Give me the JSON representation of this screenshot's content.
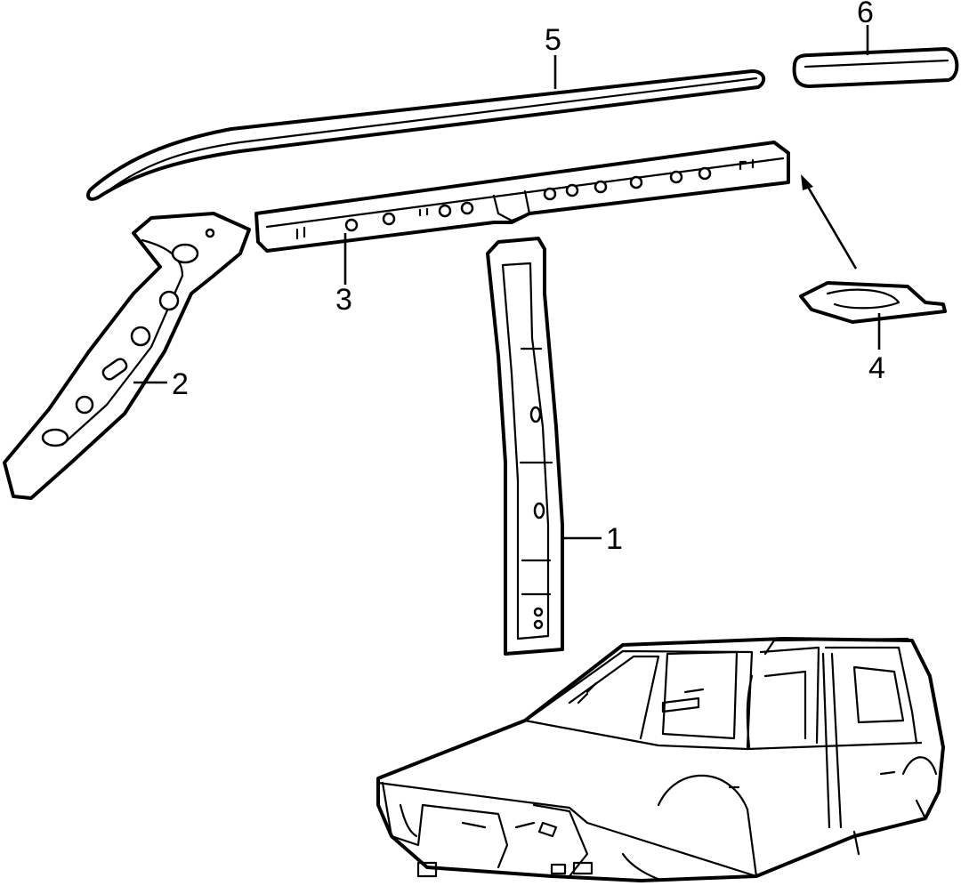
{
  "diagram": {
    "callouts": [
      {
        "id": "1",
        "text": "1"
      },
      {
        "id": "2",
        "text": "2"
      },
      {
        "id": "3",
        "text": "3"
      },
      {
        "id": "4",
        "text": "4"
      },
      {
        "id": "5",
        "text": "5"
      },
      {
        "id": "6",
        "text": "6"
      }
    ],
    "colors": {
      "line": "#000000",
      "background": "#ffffff"
    }
  }
}
